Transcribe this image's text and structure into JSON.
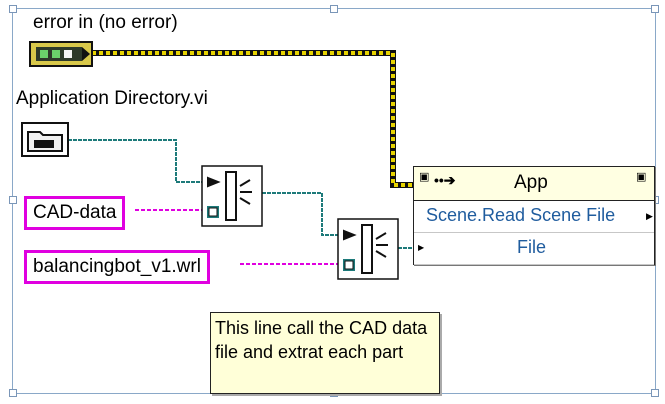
{
  "labels": {
    "error_in": "error in (no error)",
    "app_dir": "Application Directory.vi"
  },
  "constants": {
    "cad_data": "CAD-data",
    "wrl_file": "balancingbot_v1.wrl"
  },
  "invoke_node": {
    "class": "App",
    "method": "Scene.Read Scene File",
    "param": "File"
  },
  "comment": {
    "text": "This line call the CAD data file and extrat each part"
  },
  "colors": {
    "error_wire": "#b8a400",
    "path_wire": "#1d7a7a",
    "string_wire": "#e000e0",
    "invoke_bg": "#ffffe2",
    "comment_bg": "#ffffd8"
  },
  "icons": [
    "error-cluster-icon",
    "folder-path-icon",
    "build-path-icon",
    "invoke-node-icon"
  ]
}
